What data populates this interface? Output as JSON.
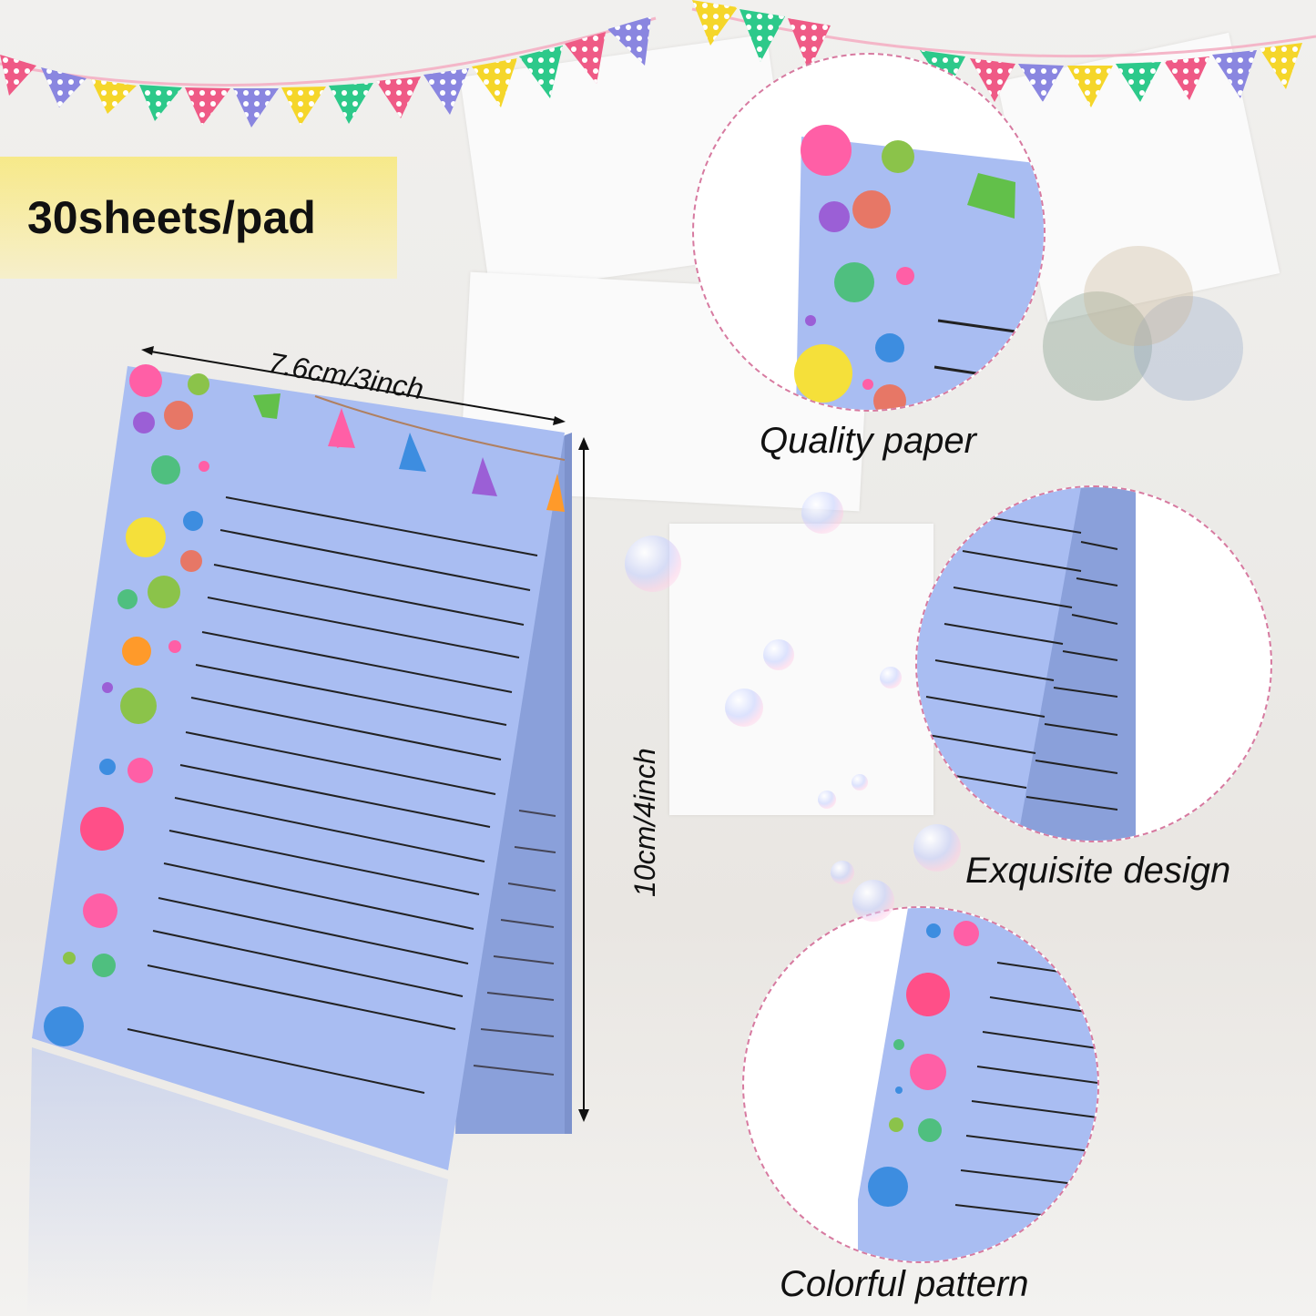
{
  "product": {
    "sheet_count_label": "30sheets/pad",
    "width_label": "7.6cm/3inch",
    "height_label": "10cm/4inch"
  },
  "callouts": [
    {
      "label": "Quality paper"
    },
    {
      "label": "Exquisite design"
    },
    {
      "label": "Colorful pattern"
    }
  ],
  "colors": {
    "pad": "#a9bdf2",
    "pad_side": "#8aa0da",
    "banner": "#f6e27a",
    "callout_border": "#d77aa0",
    "flag_pink": "#ef5a86",
    "flag_purple": "#8a86e0",
    "flag_yellow": "#f5d62a",
    "flag_green": "#2dc98a"
  }
}
